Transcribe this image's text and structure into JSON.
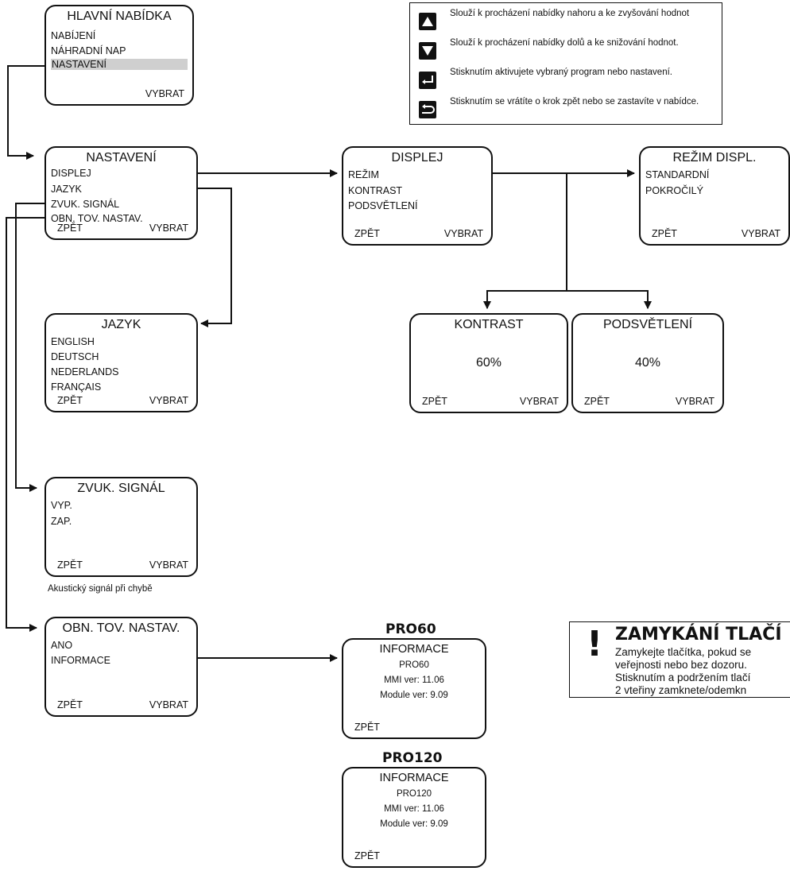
{
  "main_menu": {
    "title": "HLAVNÍ NABÍDKA",
    "items": [
      "NABÍJENÍ",
      "NÁHRADNÍ NAP",
      "NASTAVENÍ"
    ],
    "select": "VYBRAT"
  },
  "settings": {
    "title": "NASTAVENÍ",
    "items": [
      "DISPLEJ",
      "JAZYK",
      "ZVUK. SIGNÁL",
      "OBN. TOV. NASTAV."
    ],
    "back": "ZPĚT",
    "select": "VYBRAT"
  },
  "display": {
    "title": "DISPLEJ",
    "items": [
      "REŽIM",
      "KONTRAST",
      "PODSVĚTLENÍ"
    ],
    "back": "ZPĚT",
    "select": "VYBRAT"
  },
  "display_mode": {
    "title": "REŽIM DISPL.",
    "items": [
      "STANDARDNÍ",
      "POKROČILÝ"
    ],
    "back": "ZPĚT",
    "select": "VYBRAT"
  },
  "contrast": {
    "title": "KONTRAST",
    "value": "60%",
    "back": "ZPĚT",
    "select": "VYBRAT"
  },
  "backlight": {
    "title": "PODSVĚTLENÍ",
    "value": "40%",
    "back": "ZPĚT",
    "select": "VYBRAT"
  },
  "language": {
    "title": "JAZYK",
    "items": [
      "ENGLISH",
      "DEUTSCH",
      "NEDERLANDS",
      "FRANÇAIS"
    ],
    "back": "ZPĚT",
    "select": "VYBRAT"
  },
  "beep": {
    "title": "ZVUK. SIGNÁL",
    "items": [
      "VYP.",
      "ZAP."
    ],
    "back": "ZPĚT",
    "select": "VYBRAT",
    "caption": "Akustický signál při chybě"
  },
  "reset": {
    "title": "OBN. TOV. NASTAV.",
    "items": [
      "ANO",
      "INFORMACE"
    ],
    "back": "ZPĚT",
    "select": "VYBRAT"
  },
  "info_pro60": {
    "model": "PRO60",
    "title": "INFORMACE",
    "lines": [
      "PRO60",
      "MMI ver: 11.06",
      "Module ver: 9.09"
    ],
    "back": "ZPĚT"
  },
  "info_pro120": {
    "model": "PRO120",
    "title": "INFORMACE",
    "lines": [
      "PRO120",
      "MMI ver: 11.06",
      "Module ver: 9.09"
    ],
    "back": "ZPĚT"
  },
  "legend": [
    {
      "icon": "up-arrow-icon",
      "text": "Slouží k procházení nabídky nahoru a ke zvyšování hodnot"
    },
    {
      "icon": "down-arrow-icon",
      "text": "Slouží k procházení nabídky dolů a ke snižování hodnot."
    },
    {
      "icon": "enter-icon",
      "text": "Stisknutím aktivujete vybraný program nebo nastavení."
    },
    {
      "icon": "return-icon",
      "text": "Stisknutím se vrátíte o krok zpět nebo se zastavíte v nabídce."
    }
  ],
  "lock": {
    "icon": "exclamation",
    "heading": "ZAMYKÁNÍ TLAČÍ",
    "lines": [
      "Zamykejte tlačítka, pokud se",
      "veřejnosti nebo bez dozoru.",
      "Stisknutím a podržením tlačí",
      "2 vteřiny zamknete/odemkn"
    ]
  }
}
